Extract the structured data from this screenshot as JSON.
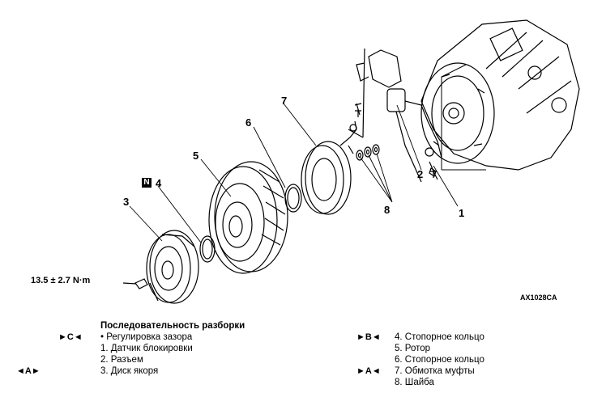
{
  "diagram": {
    "figure_id": "AX1028CA",
    "torque_spec": "13.5 ± 2.7 N·m",
    "nonreusable_badge": "N",
    "callouts": {
      "c1": "1",
      "c2": "2",
      "c3": "3",
      "c4": "4",
      "c5": "5",
      "c6": "6",
      "c7": "7",
      "c8": "8"
    }
  },
  "legend": {
    "title": "Последовательность разборки",
    "left_items": [
      {
        "marker": "►C◄",
        "text": "•  Регулировка зазора"
      },
      {
        "marker": "",
        "text": "1. Датчик блокировки"
      },
      {
        "marker": "",
        "text": "2. Разъем"
      },
      {
        "marker": "◄A►",
        "text": "3. Диск якоря"
      }
    ],
    "right_items": [
      {
        "marker": "►B◄",
        "text": "4. Стопорное кольцо"
      },
      {
        "marker": "",
        "text": "5. Ротор"
      },
      {
        "marker": "",
        "text": "6. Стопорное кольцо"
      },
      {
        "marker": "►A◄",
        "text": "7. Обмотка муфты"
      },
      {
        "marker": "",
        "text": "8. Шайба"
      }
    ]
  }
}
